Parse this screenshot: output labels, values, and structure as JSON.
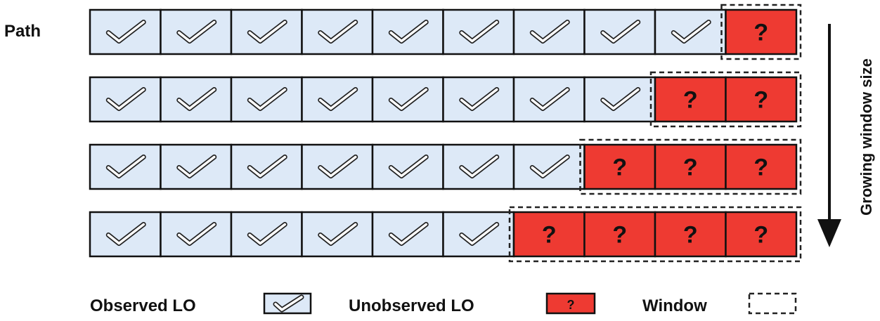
{
  "path_label": "Path",
  "side_label": "Growing window size",
  "cells_per_row": 10,
  "rows": [
    {
      "unobserved": 1
    },
    {
      "unobserved": 2
    },
    {
      "unobserved": 3
    },
    {
      "unobserved": 4
    }
  ],
  "unobserved_symbol": "?",
  "legend": {
    "observed": "Observed LO",
    "unobserved": "Unobserved LO",
    "window": "Window"
  },
  "colors": {
    "observed_fill": "#dde9f7",
    "unobserved_fill": "#ee3a32",
    "stroke": "#111111"
  }
}
